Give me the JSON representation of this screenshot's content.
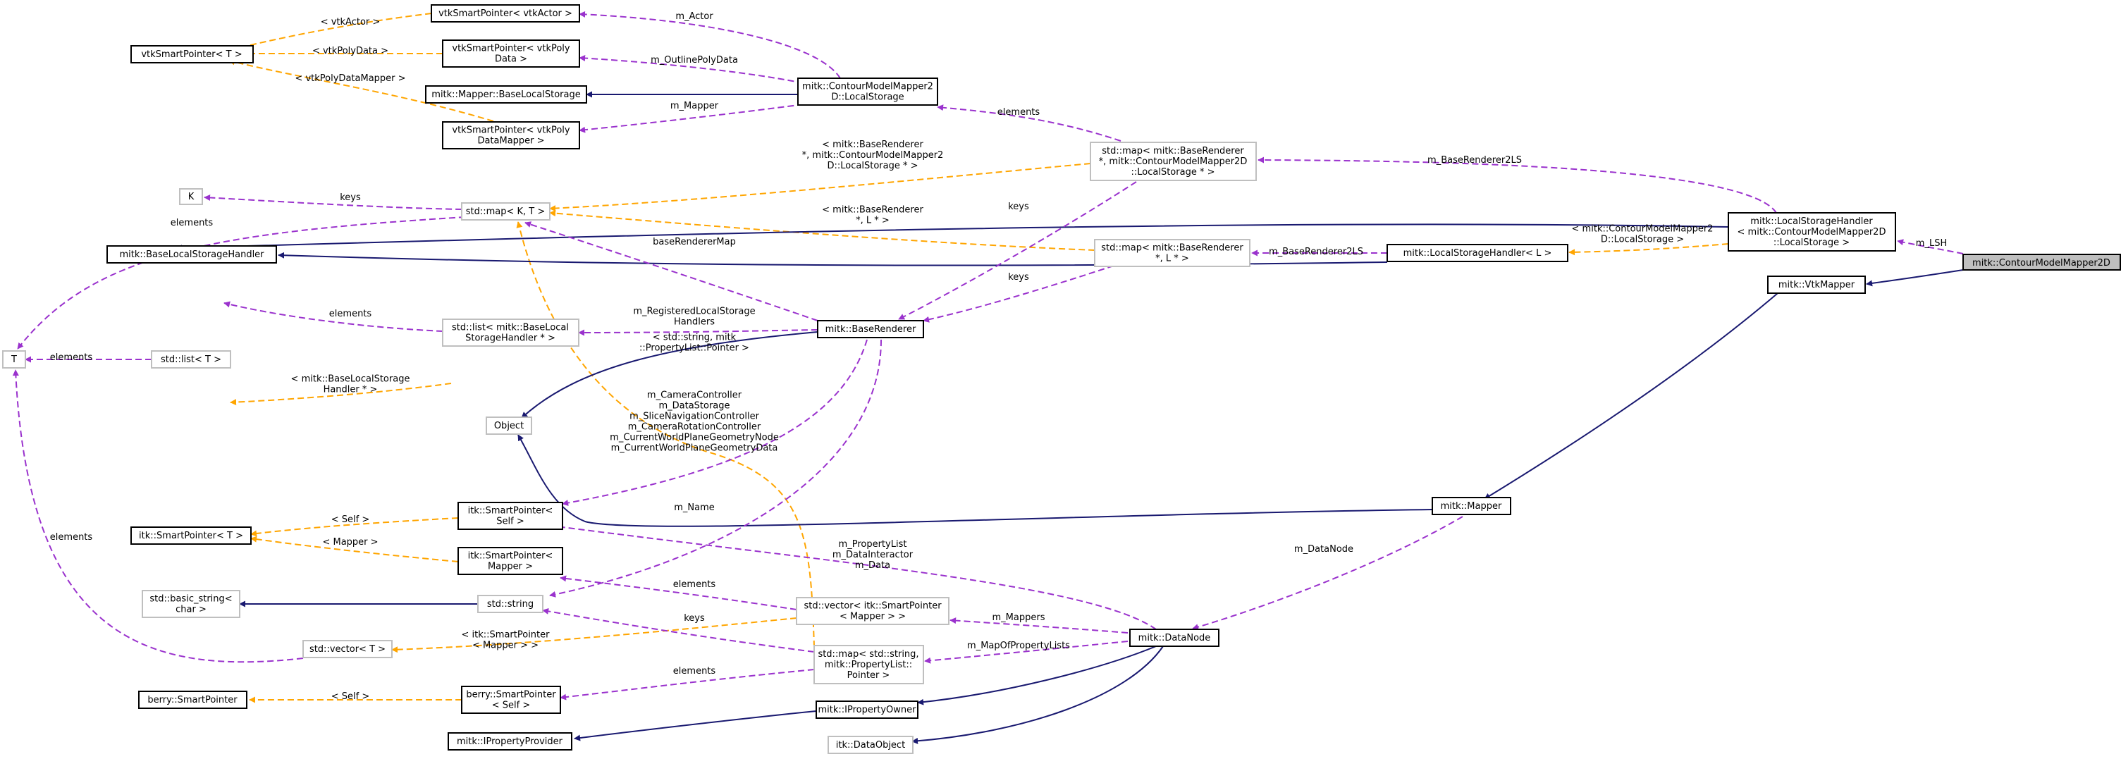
{
  "colors": {
    "inheritance": "#191970",
    "usage": "#9a32cd",
    "template": "#ffa500",
    "focus_fill": "#bfbfbf",
    "grey_border": "#bfbfbf"
  },
  "nodes": {
    "focus": [
      "mitk::ContourModelMapper2D"
    ],
    "vtkSmartPtrActor": [
      "vtkSmartPointer< vtkActor >"
    ],
    "vtkSmartPtrT": [
      "vtkSmartPointer< T >"
    ],
    "vtkSmartPtrPolyData": [
      "vtkSmartPointer< vtkPoly",
      "Data >"
    ],
    "mapperBaseLocalStorage": [
      "mitk::Mapper::BaseLocalStorage"
    ],
    "contourLocalStorage": [
      "mitk::ContourModelMapper2",
      "D::LocalStorage"
    ],
    "vtkSmartPtrPolyDataMapper": [
      "vtkSmartPointer< vtkPoly",
      "DataMapper >"
    ],
    "mapBaseRendererLocalStorage": [
      "std::map< mitk::BaseRenderer",
      "*, mitk::ContourModelMapper2D",
      "::LocalStorage * >"
    ],
    "K": [
      "K"
    ],
    "stdMapKT": [
      "std::map< K, T >"
    ],
    "localStorageHandlerContour": [
      "mitk::LocalStorageHandler",
      "< mitk::ContourModelMapper2D",
      "::LocalStorage >"
    ],
    "mapBaseRendererL": [
      "std::map< mitk::BaseRenderer",
      "*, L * >"
    ],
    "localStorageHandlerL": [
      "mitk::LocalStorageHandler< L >"
    ],
    "baseLocalStorageHandler": [
      "mitk::BaseLocalStorageHandler"
    ],
    "vtkMapper": [
      "mitk::VtkMapper"
    ],
    "T": [
      "T"
    ],
    "stdListT": [
      "std::list< T >"
    ],
    "stdListBaseLocal": [
      "std::list< mitk::BaseLocal",
      "StorageHandler * >"
    ],
    "baseRenderer": [
      "mitk::BaseRenderer"
    ],
    "object": [
      "Object"
    ],
    "itkSmartPtrSelf": [
      "itk::SmartPointer<",
      "Self >"
    ],
    "itkSmartPtrT": [
      "itk::SmartPointer< T >"
    ],
    "itkSmartPtrMapper": [
      "itk::SmartPointer<",
      "Mapper >"
    ],
    "mitkMapper": [
      "mitk::Mapper"
    ],
    "stdBasicString": [
      "std::basic_string<",
      "char >"
    ],
    "stdString": [
      "std::string"
    ],
    "stdVectorSmartPtrMapper": [
      "std::vector< itk::SmartPointer",
      "< Mapper > >"
    ],
    "dataNode": [
      "mitk::DataNode"
    ],
    "stdVectorT": [
      "std::vector< T >"
    ],
    "stdMapStringProp": [
      "std::map< std::string,",
      "mitk::PropertyList::",
      "Pointer >"
    ],
    "berrySmartPointer": [
      "berry::SmartPointer"
    ],
    "berrySmartPtrSelf": [
      "berry::SmartPointer",
      "< Self >"
    ],
    "propertyOwner": [
      "mitk::IPropertyOwner"
    ],
    "propertyProvider": [
      "mitk::IPropertyProvider"
    ],
    "dataObject": [
      "itk::DataObject"
    ]
  },
  "edge_labels": {
    "vtkActor": [
      "< vtkActor >"
    ],
    "mActor": [
      "m_Actor"
    ],
    "vtkPolyData": [
      "< vtkPolyData >"
    ],
    "mOutlinePolyData": [
      "m_OutlinePolyData"
    ],
    "vtkPolyDataMapper": [
      "< vtkPolyDataMapper >"
    ],
    "mMapper": [
      "m_Mapper"
    ],
    "elementsLS": [
      "elements"
    ],
    "mBaseRenderer2LS": [
      "m_BaseRenderer2LS"
    ],
    "tplMapContour": [
      "< mitk::BaseRenderer",
      "*, mitk::ContourModelMapper2",
      "D::LocalStorage * >"
    ],
    "keysK": [
      "keys"
    ],
    "keysRenderer1": [
      "keys"
    ],
    "elementsT1": [
      "elements"
    ],
    "tplMapL": [
      "< mitk::BaseRenderer",
      "*, L * >"
    ],
    "mLSH": [
      "m_LSH"
    ],
    "tplLocalStorageContour": [
      "< mitk::ContourModelMapper2",
      "D::LocalStorage >"
    ],
    "mBaseRenderer2LS2": [
      "m_BaseRenderer2LS"
    ],
    "baseRendererMap": [
      "baseRendererMap"
    ],
    "keysRenderer2": [
      "keys"
    ],
    "elementsList": [
      "elements"
    ],
    "mRegisteredLSH": [
      "m_RegisteredLocalStorage",
      "Handlers"
    ],
    "tplStringProp": [
      "< std::string, mitk",
      "::PropertyList::Pointer >"
    ],
    "elementsT2": [
      "elements"
    ],
    "tplBaseLocalStorage": [
      "< mitk::BaseLocalStorage",
      "Handler * >"
    ],
    "rendererMembers": [
      "m_CameraController",
      "m_DataStorage",
      "m_SliceNavigationController",
      "m_CameraRotationController",
      "m_CurrentWorldPlaneGeometryNode",
      "m_CurrentWorldPlaneGeometryData"
    ],
    "tplSelf": [
      "< Self >"
    ],
    "mName": [
      "m_Name"
    ],
    "tplMapper": [
      "< Mapper >"
    ],
    "mDataNode": [
      "m_DataNode"
    ],
    "elementsT3": [
      "elements"
    ],
    "dataNodeMembers": [
      "m_PropertyList",
      "m_DataInteractor",
      "m_Data"
    ],
    "elementsVec": [
      "elements"
    ],
    "mMappers": [
      "m_Mappers"
    ],
    "keysString": [
      "keys"
    ],
    "tplItkSmartPtrMapper": [
      "< itk::SmartPointer",
      "< Mapper > >"
    ],
    "mMapOfPropertyLists": [
      "m_MapOfPropertyLists"
    ],
    "elementsMap": [
      "elements"
    ],
    "tplBerrySelf": [
      "< Self >"
    ]
  }
}
